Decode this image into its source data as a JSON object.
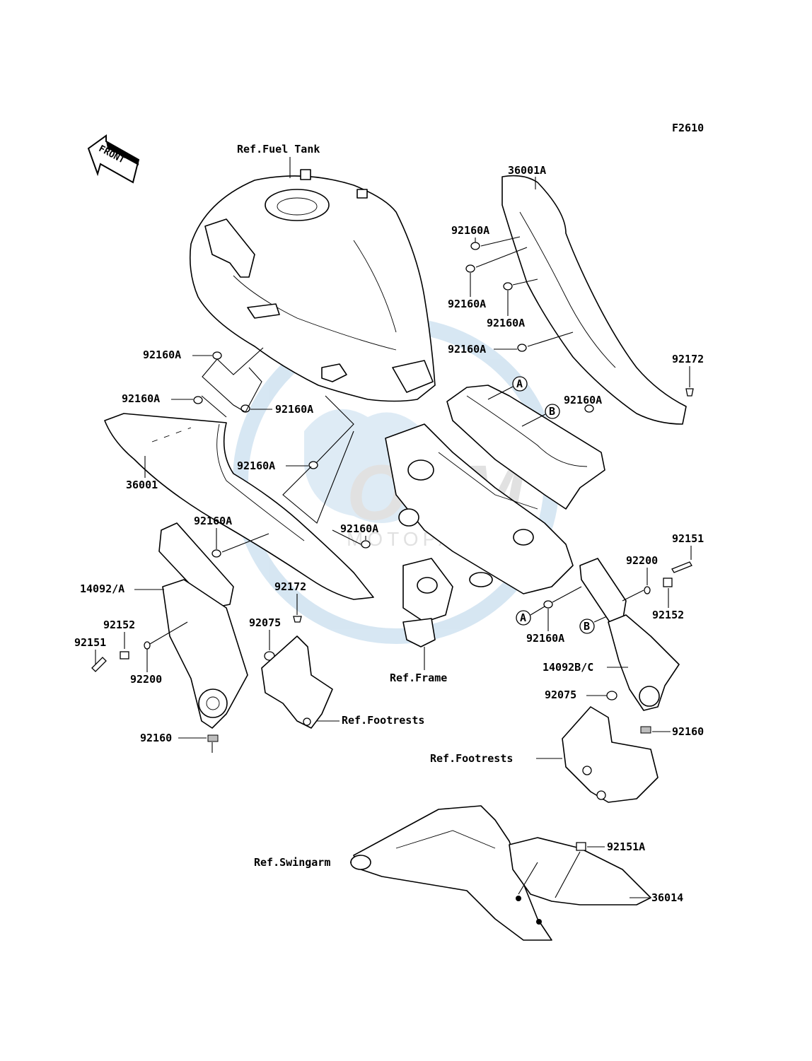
{
  "diagram": {
    "figure_code": "F2610",
    "front_arrow_text": "FRONT",
    "watermark": {
      "brand": "OEM",
      "sub": "MOTOPARTS"
    },
    "labels": {
      "ref_fuel_tank": "Ref.Fuel Tank",
      "p36001A": "36001A",
      "p92160A_1": "92160A",
      "p92160A_2": "92160A",
      "p92160A_3": "92160A",
      "p92160A_4": "92160A",
      "p92160A_5": "92160A",
      "p92160A_6": "92160A",
      "p92160A_7": "92160A",
      "p92160A_8": "92160A",
      "p92160A_9": "92160A",
      "p92160A_10": "92160A",
      "p92160A_11": "92160A",
      "p92160A_12": "92160A",
      "p92172_r": "92172",
      "p36001": "36001",
      "p92151_r": "92151",
      "p92200_r": "92200",
      "p92152_r": "92152",
      "p14092A": "14092/A",
      "p92172_l": "92172",
      "p92152_l": "92152",
      "p92151_l": "92151",
      "p92075_l": "92075",
      "p92200_l": "92200",
      "ref_frame": "Ref.Frame",
      "p14092BC": "14092B/C",
      "p92075_r": "92075",
      "ref_footrests_l": "Ref.Footrests",
      "p92160_l": "92160",
      "p92160_r": "92160",
      "ref_footrests_r": "Ref.Footrests",
      "ref_swingarm": "Ref.Swingarm",
      "p92151A": "92151A",
      "p36014": "36014"
    },
    "markers": {
      "a1": "A",
      "b1": "B",
      "a2": "A",
      "b2": "B"
    }
  }
}
